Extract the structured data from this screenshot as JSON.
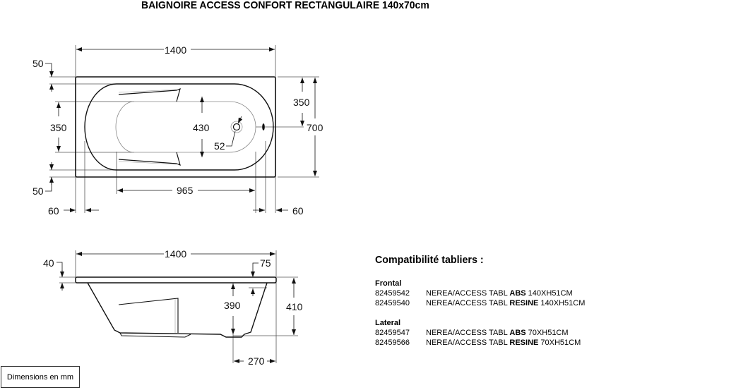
{
  "title": "BAIGNOIRE ACCESS CONFORT RECTANGULAIRE 140x70cm",
  "top_view": {
    "dim_length": "1400",
    "dim_left_top": "50",
    "dim_left_mid": "350",
    "dim_left_bottom": "50",
    "dim_inner_width": "430",
    "dim_drain": "52",
    "dim_inner_length": "965",
    "dim_right_half": "350",
    "dim_width": "700",
    "dim_offset_left": "60",
    "dim_offset_right": "60"
  },
  "side_view": {
    "dim_length": "1400",
    "dim_rim": "40",
    "dim_drain_offset_top": "75",
    "dim_depth": "390",
    "dim_height": "410",
    "dim_drain_pos": "270"
  },
  "compatibility": {
    "title": "Compatibilité tabliers :",
    "groups": [
      {
        "name": "Frontal",
        "items": [
          {
            "ref": "82459542",
            "prefix": "NEREA/ACCESS TABL ",
            "material": "ABS",
            "suffix": " 140XH51CM"
          },
          {
            "ref": "82459540",
            "prefix": "NEREA/ACCESS TABL ",
            "material": "RESINE",
            "suffix": " 140XH51CM"
          }
        ]
      },
      {
        "name": "Lateral",
        "items": [
          {
            "ref": "82459547",
            "prefix": "NEREA/ACCESS TABL ",
            "material": "ABS",
            "suffix": " 70XH51CM"
          },
          {
            "ref": "82459566",
            "prefix": "NEREA/ACCESS TABL ",
            "material": "RESINE",
            "suffix": " 70XH51CM"
          }
        ]
      }
    ]
  },
  "units_label": "Dimensions en mm"
}
